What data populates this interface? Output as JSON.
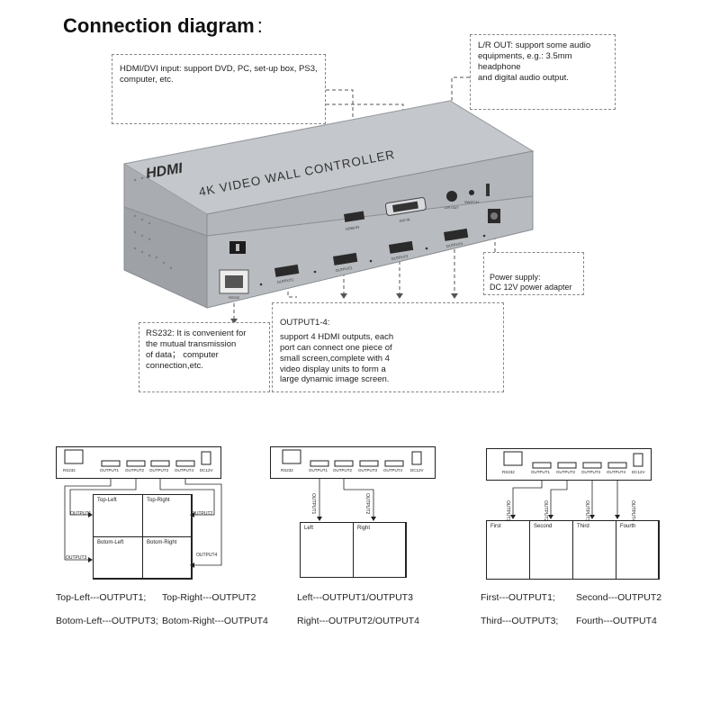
{
  "title": "Connection diagram",
  "title_colon": ":",
  "device": {
    "brand": "HDMI",
    "name": "4K VIDEO WALL CONTROLLER",
    "ports": {
      "hdmi_in": "HDMI IN",
      "dvi_in": "DVI IN",
      "lr_out": "L/R OUT",
      "switch": "SWITCH",
      "power": "DC12V",
      "rs232": "RS232",
      "output1": "OUTPUT1",
      "output2": "OUTPUT2",
      "output3": "OUTPUT3",
      "output4": "OUTPUT4"
    }
  },
  "notes": {
    "input": "HDMI/DVI input:  support DVD, PC, set-up box, PS3,\n                              computer, etc.",
    "audio": "L/R OUT: support some audio\nequipments, e.g.: 3.5mm headphone\nand digital audio output.",
    "power": "Power supply:\nDC 12V power adapter",
    "rs232": "RS232: It is convenient for\nthe mutual transmission\nof data； computer\nconnection,etc.",
    "output_title": "OUTPUT1-4:",
    "output_body": "support 4 HDMI outputs, each\nport can connect one piece of\nsmall screen,complete with 4\nvideo display units to form a\nlarge dynamic image screen."
  },
  "panel_labels": {
    "rs232": "RS232",
    "out1": "OUTPUT1",
    "out2": "OUTPUT2",
    "out3": "OUTPUT3",
    "out4": "OUTPUT4",
    "dc": "DC12V"
  },
  "diagrams": {
    "quad": {
      "cells": [
        "Top-Left",
        "Top-Right",
        "Botom-Left",
        "Botom-Right"
      ],
      "wires": [
        "OUTPUT1",
        "OUTPUT2",
        "OUTPUT3",
        "OUTPUT4"
      ],
      "legend": [
        "Top-Left---OUTPUT1;",
        "Top-Right---OUTPUT2",
        "Botom-Left---OUTPUT3;",
        "Botom-Right---OUTPUT4"
      ]
    },
    "two": {
      "cells": [
        "Left",
        "Right"
      ],
      "wires": [
        "OUTPUT1",
        "OUTPUT2"
      ],
      "legend": [
        "Left---OUTPUT1/OUTPUT3",
        "Right---OUTPUT2/OUTPUT4"
      ]
    },
    "four": {
      "cells": [
        "First",
        "Second",
        "Third",
        "Fourth"
      ],
      "wires": [
        "OUTPUT1",
        "OUTPUT2",
        "OUTPUT3",
        "OUTPUT4"
      ],
      "legend": [
        "First---OUTPUT1;",
        "Second---OUTPUT2",
        "Third---OUTPUT3;",
        "Fourth---OUTPUT4"
      ]
    }
  },
  "colors": {
    "device_body": "#a9acb0",
    "device_top": "#c4c7cb",
    "port": "#2a2a2a",
    "wire": "#555555"
  }
}
